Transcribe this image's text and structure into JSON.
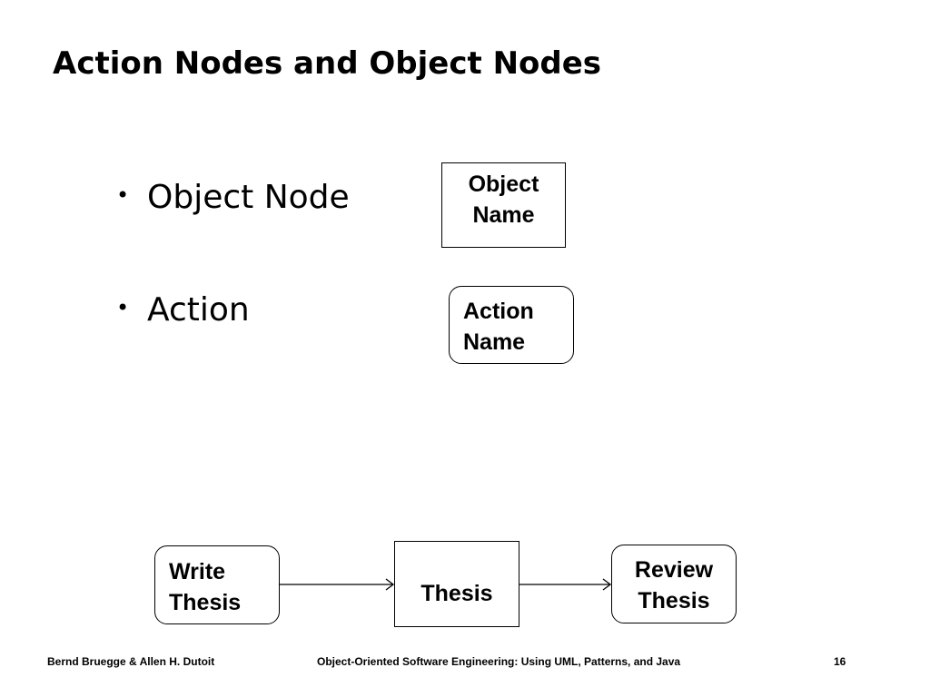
{
  "slide": {
    "title": "Action Nodes and Object Nodes"
  },
  "bullets": [
    {
      "marker": "•",
      "text": "Object Node"
    },
    {
      "marker": "•",
      "text": "Action"
    }
  ],
  "legend": {
    "object_node": {
      "line1": "Object",
      "line2": "Name"
    },
    "action_node": {
      "line1": "Action",
      "line2": "Name"
    }
  },
  "flow": {
    "nodes": [
      {
        "kind": "action",
        "line1": "Write",
        "line2": "Thesis"
      },
      {
        "kind": "object",
        "line1": "Thesis"
      },
      {
        "kind": "action",
        "line1": "Review",
        "line2": "Thesis"
      }
    ],
    "edges": [
      {
        "from": "Write Thesis",
        "to": "Thesis"
      },
      {
        "from": "Thesis",
        "to": "Review Thesis"
      }
    ]
  },
  "footer": {
    "authors": "Bernd Bruegge & Allen H. Dutoit",
    "book": "Object-Oriented Software Engineering: Using UML, Patterns, and Java",
    "page": "16"
  },
  "colors": {
    "stroke": "#000000",
    "background": "#ffffff",
    "text": "#000000"
  }
}
